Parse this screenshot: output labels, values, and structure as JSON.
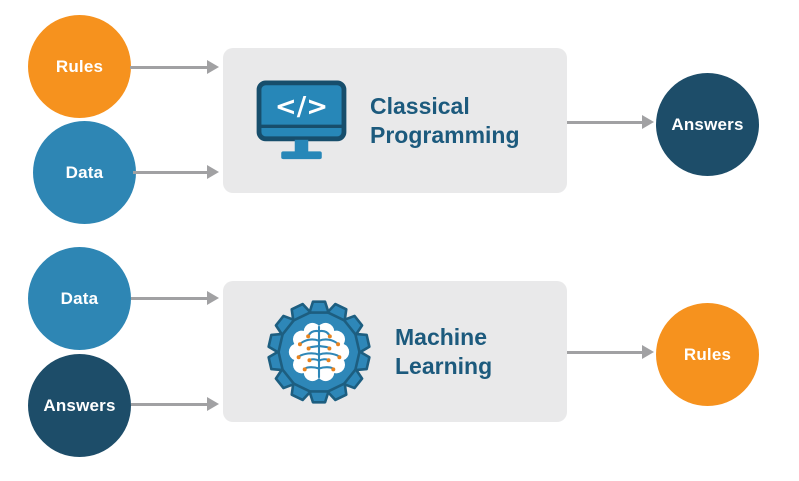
{
  "colors": {
    "orange": "#F6921E",
    "blue": "#2E86B4",
    "navy": "#1D4D69",
    "box_background": "#E9E9EA",
    "heading_text": "#1C5A7D",
    "arrow_gray": "#A1A1A3",
    "icon_screen_blue": "#2787B8",
    "icon_outline_dark": "#174E6C",
    "gear_blue": "#2E87B8",
    "gear_outline": "#1D5E80",
    "circuit_dot_orange": "#E8831F",
    "node_label_text": "#FFFFFF"
  },
  "classical_flow": {
    "inputs": [
      {
        "label": "Rules",
        "color": "orange"
      },
      {
        "label": "Data",
        "color": "blue"
      }
    ],
    "process": {
      "title_line1": "Classical",
      "title_line2": "Programming",
      "icon": "code-monitor-icon",
      "icon_glyph": "</>"
    },
    "output": {
      "label": "Answers",
      "color": "navy"
    }
  },
  "ml_flow": {
    "inputs": [
      {
        "label": "Data",
        "color": "blue"
      },
      {
        "label": "Answers",
        "color": "navy"
      }
    ],
    "process": {
      "title_line1": "Machine",
      "title_line2": "Learning",
      "icon": "gear-brain-icon"
    },
    "output": {
      "label": "Rules",
      "color": "orange"
    }
  }
}
